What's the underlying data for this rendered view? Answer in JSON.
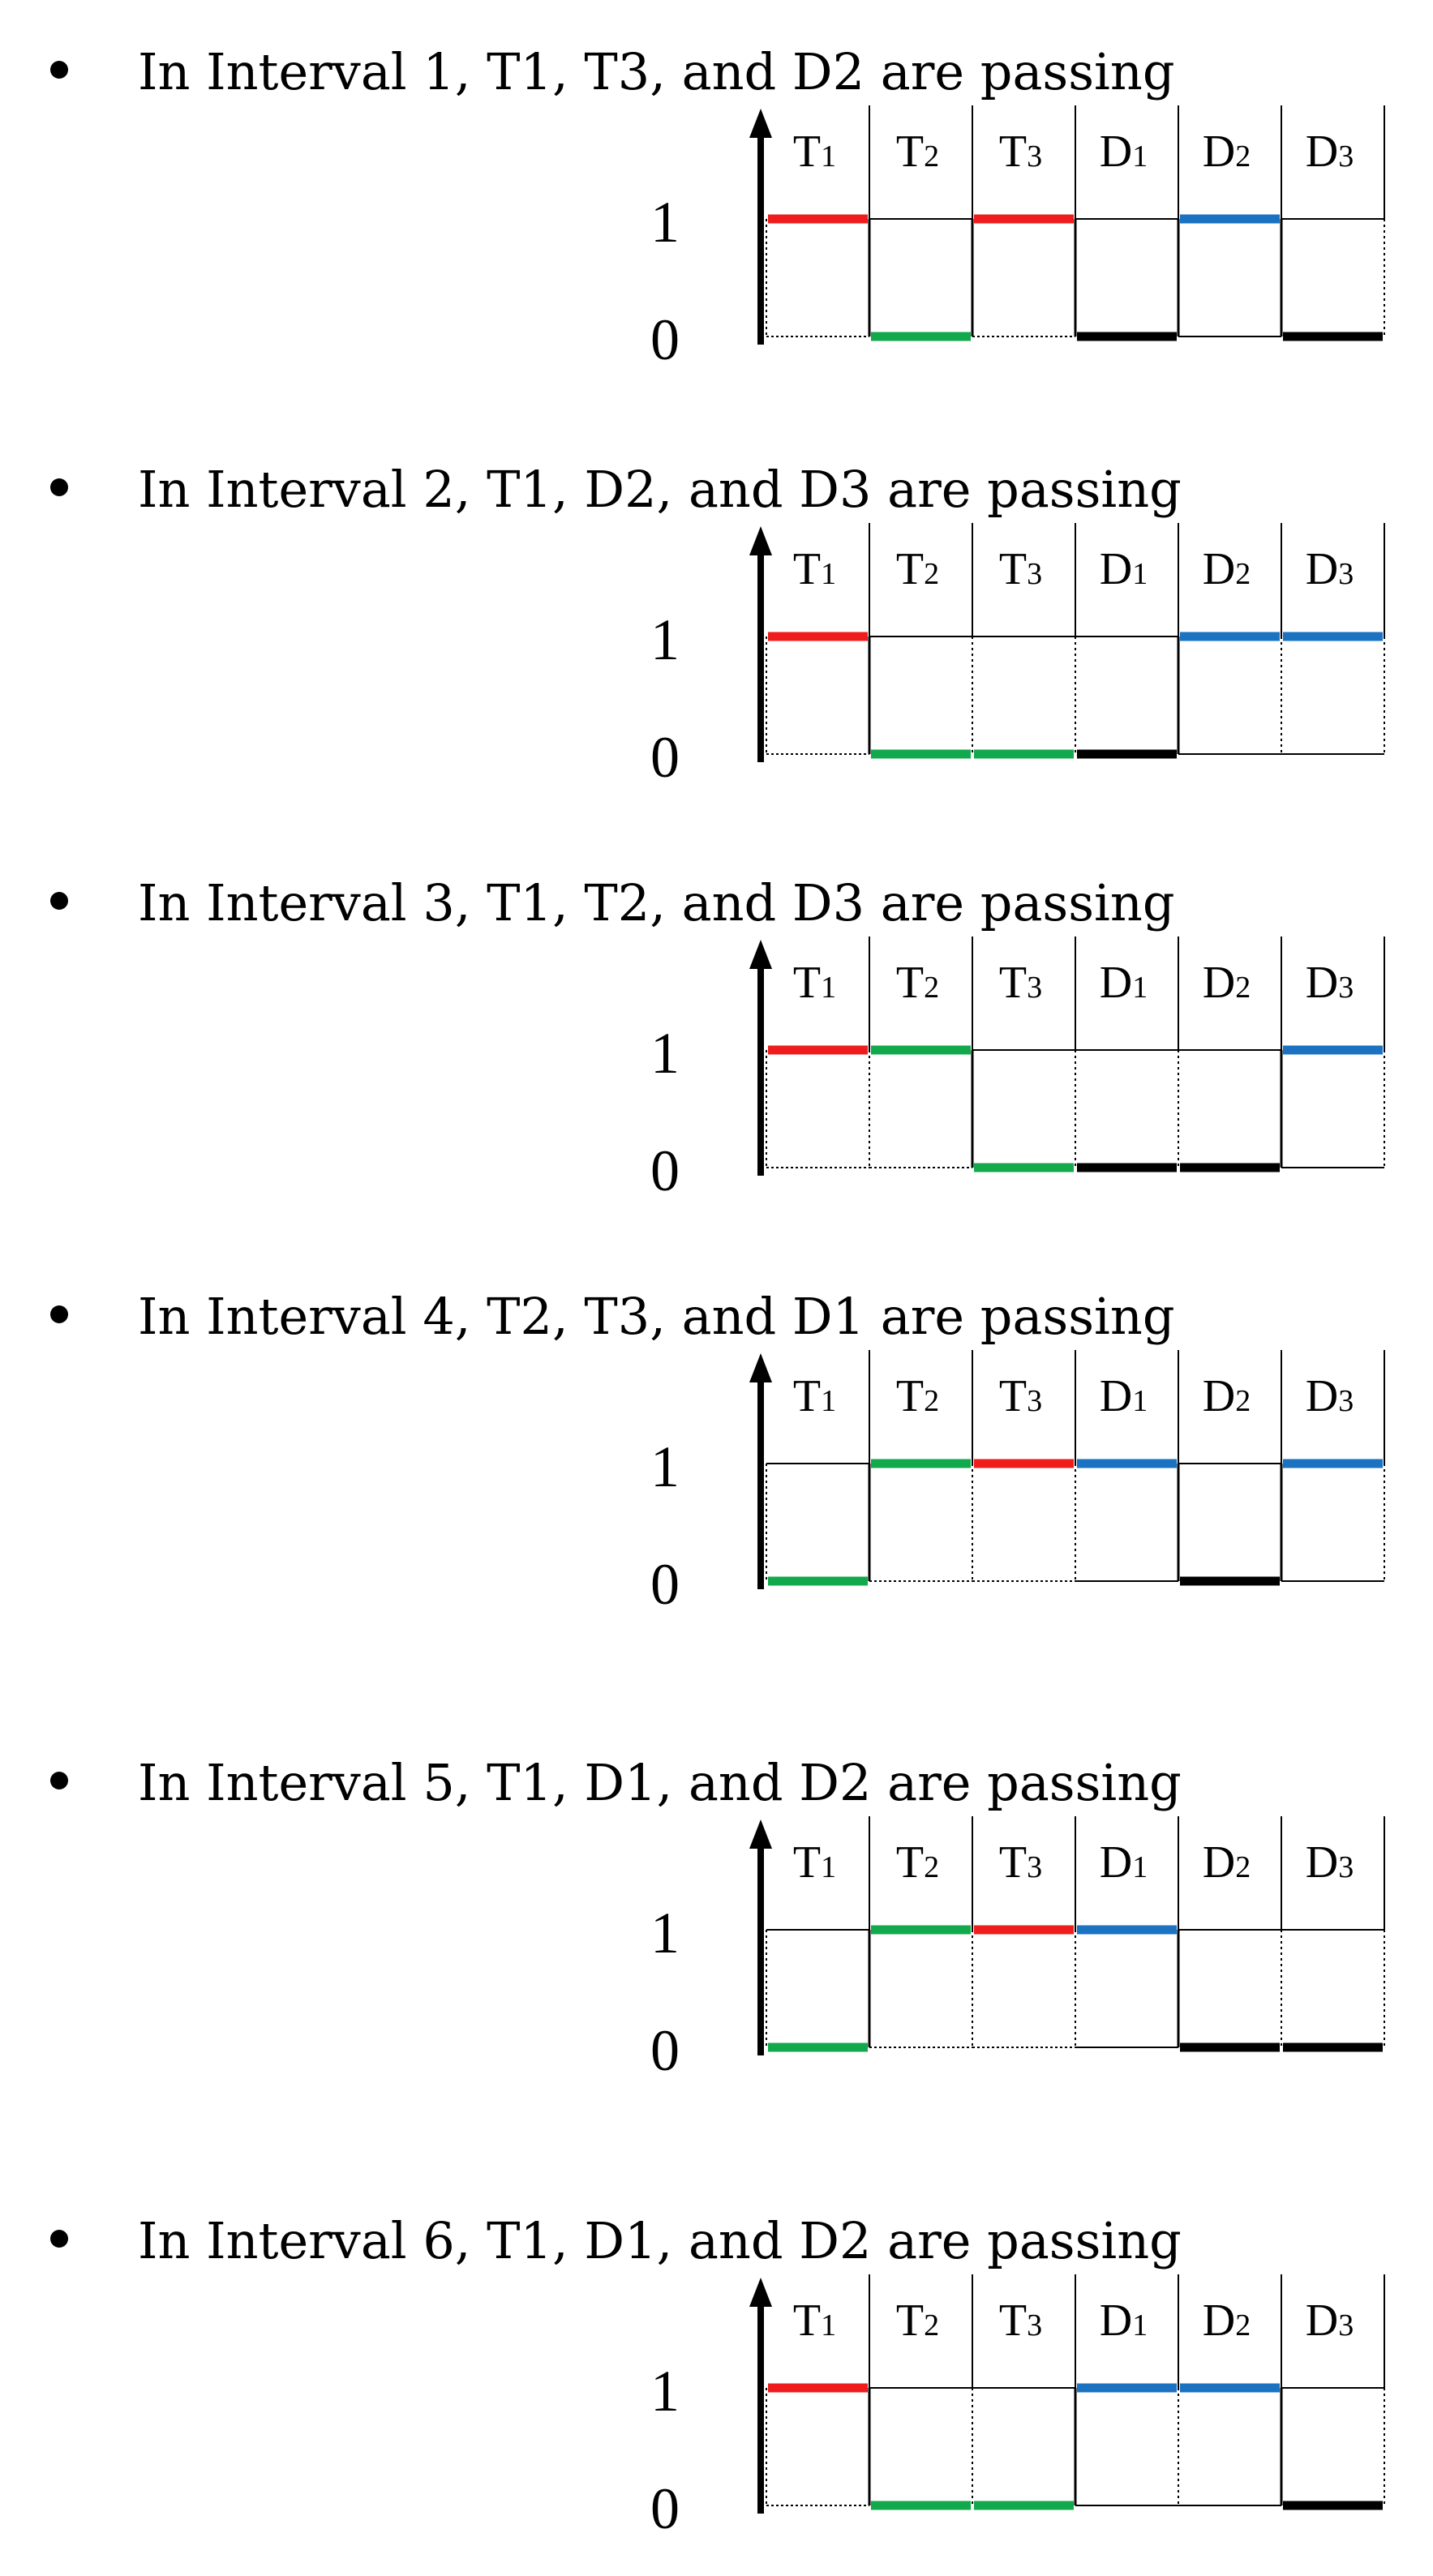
{
  "colors": {
    "T1": "#ee1c1c",
    "T2": "#12a84c",
    "T3": "#ee1c1c",
    "D1": "#1a72c0",
    "D2": "#1a72c0",
    "D3": "#1a72c0",
    "low_signal": "#000000",
    "grid": "#000000"
  },
  "y_tick_labels": [
    "1",
    "0"
  ],
  "signals": [
    {
      "letter": "T",
      "sub": "1"
    },
    {
      "letter": "T",
      "sub": "2"
    },
    {
      "letter": "T",
      "sub": "3"
    },
    {
      "letter": "D",
      "sub": "1"
    },
    {
      "letter": "D",
      "sub": "2"
    },
    {
      "letter": "D",
      "sub": "3"
    }
  ],
  "intervals": [
    {
      "text": "In Interval 1, T1, T3, and D2 are passing",
      "states": [
        1,
        0,
        1,
        0,
        1,
        0
      ]
    },
    {
      "text": "In Interval 2, T1, D2, and D3 are passing",
      "states": [
        1,
        0,
        0,
        0,
        1,
        1
      ]
    },
    {
      "text": "In Interval 3, T1, T2, and D3 are passing",
      "states": [
        1,
        1,
        0,
        0,
        0,
        1
      ]
    },
    {
      "text": "In Interval 4, T2, T3, and D1 are passing",
      "states": [
        0,
        1,
        1,
        1,
        0,
        1
      ]
    },
    {
      "text": "In Interval 5, T1, D1, and D2 are passing",
      "states": [
        0,
        1,
        1,
        1,
        0,
        0
      ]
    },
    {
      "text": "In Interval 6, T1, D1, and D2 are passing",
      "states": [
        1,
        0,
        0,
        1,
        1,
        0
      ]
    }
  ]
}
